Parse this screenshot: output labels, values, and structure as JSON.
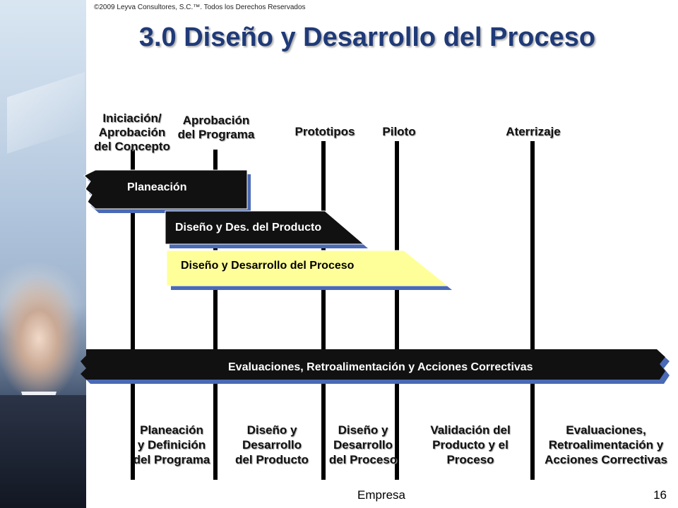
{
  "header": {
    "copyright": "©2009 Leyva Consultores, S.C.™. Todos los Derechos Reservados",
    "title": "3.0 Diseño y Desarrollo del Proceso"
  },
  "milestones": [
    {
      "label": "Iniciación/\nAprobación\ndel Concepto"
    },
    {
      "label": "Aprobación\ndel Programa"
    },
    {
      "label": "Prototipos"
    },
    {
      "label": "Piloto"
    },
    {
      "label": "Aterrizaje"
    }
  ],
  "phases": [
    {
      "label": "Planeación",
      "fill": "#111111",
      "text_color": "#ffffff"
    },
    {
      "label": "Diseño y Des. del Producto",
      "fill": "#111111",
      "text_color": "#ffffff"
    },
    {
      "label": "Diseño y Desarrollo del Proceso",
      "fill": "#ffff99",
      "text_color": "#000000"
    }
  ],
  "feedback_bar": {
    "label": "Evaluaciones, Retroalimentación y Acciones Correctivas"
  },
  "bottom_labels": [
    "Planeación\ny Definición\ndel Programa",
    "Diseño y\nDesarrollo\ndel Producto",
    "Diseño y\nDesarrollo\ndel Proceso",
    "Validación del\nProducto y el\nProceso",
    "Evaluaciones,\nRetroalimentación y\nAcciones Correctivas"
  ],
  "footer": {
    "label": "Empresa",
    "page": "16"
  },
  "colors": {
    "title": "#1f3a78",
    "shadow": "#4a6ab5",
    "accent_fill": "#ffff99"
  }
}
